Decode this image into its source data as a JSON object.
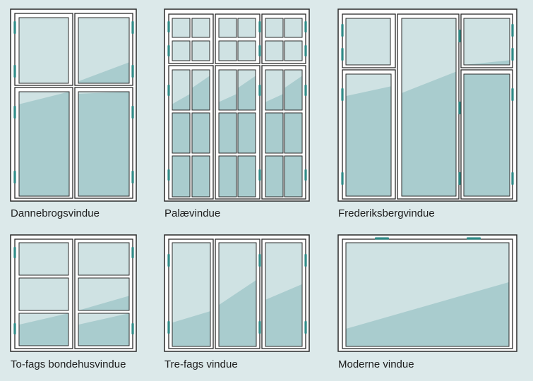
{
  "colors": {
    "background": "#dce9ea",
    "frame_fill": "#ffffff",
    "frame_stroke": "#2a2a2a",
    "glass_light": "#cfe2e3",
    "glass_dark": "#a9ccce",
    "hinge": "#2f8a86"
  },
  "windows": [
    {
      "id": "dannebrogsvindue",
      "label": "Dannebrogsvindue"
    },
    {
      "id": "palaevindue",
      "label": "Palævindue"
    },
    {
      "id": "frederiksbergvindue",
      "label": "Frederiksbergvindue"
    },
    {
      "id": "to-fags",
      "label": "To-fags bondehusvindue"
    },
    {
      "id": "tre-fags",
      "label": "Tre-fags vindue"
    },
    {
      "id": "moderne",
      "label": "Moderne vindue"
    }
  ]
}
